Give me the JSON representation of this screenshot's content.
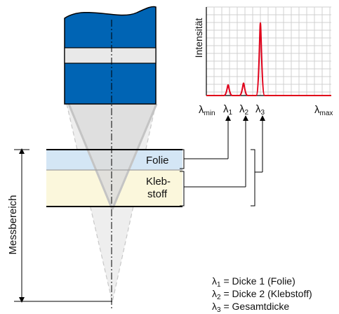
{
  "chart": {
    "ylabel": "Intensität",
    "xticks": {
      "lmin": {
        "base": "λ",
        "sub": "min"
      },
      "l1": {
        "base": "λ",
        "sub": "1"
      },
      "l2": {
        "base": "λ",
        "sub": "2"
      },
      "l3": {
        "base": "λ",
        "sub": "3"
      },
      "lmax": {
        "base": "λ",
        "sub": "max"
      }
    },
    "grid": true,
    "peak_color": "#e0001a"
  },
  "chart_data": {
    "type": "line",
    "peaks": [
      {
        "label": "λ1",
        "relative_height": 0.12
      },
      {
        "label": "λ2",
        "relative_height": 0.14
      },
      {
        "label": "λ3",
        "relative_height": 0.82
      }
    ]
  },
  "layers": {
    "foil": "Folie",
    "adhesive_line1": "Kleb-",
    "adhesive_line2": "stoff"
  },
  "range_label": "Messbereich",
  "legend": [
    {
      "sym": "λ",
      "sub": "1",
      "text": " = Dicke 1 (Folie)"
    },
    {
      "sym": "λ",
      "sub": "2",
      "text": " = Dicke 2 (Klebstoff)"
    },
    {
      "sym": "λ",
      "sub": "3",
      "text": " = Gesamtdicke"
    }
  ],
  "colors": {
    "sensor_blue": "#0064b4",
    "foil_fill": "#d4e6f5",
    "adhesive_fill": "#fbf7dc",
    "cone_fill": "#e2e2e2"
  }
}
